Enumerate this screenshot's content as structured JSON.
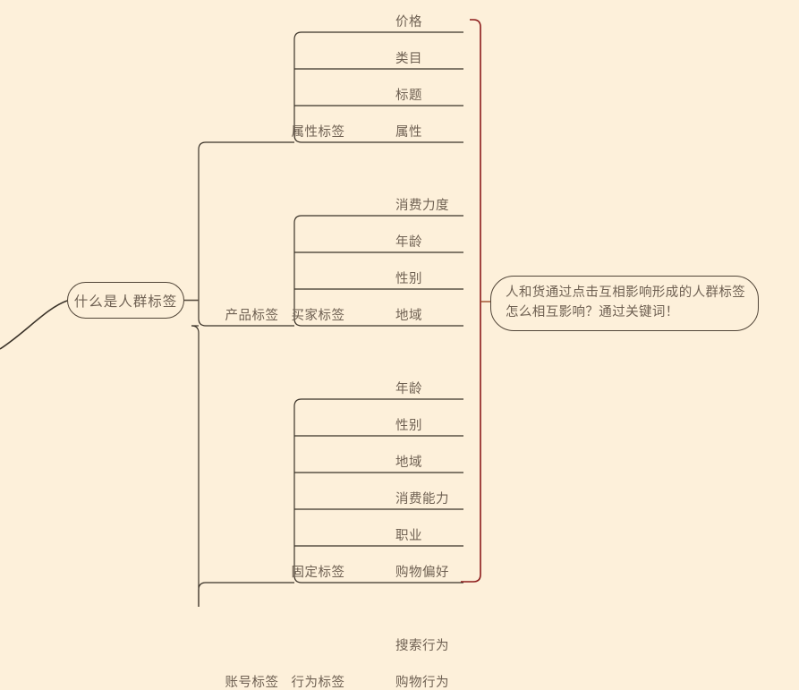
{
  "diagram": {
    "title_node": "什么是人群标签",
    "background_color": "#fdf0da",
    "line_color": "#3a3228",
    "text_color": "#6f6153",
    "bracket_color": "#8b1a1a",
    "root": {
      "label": "什么是人群标签"
    },
    "branches": [
      {
        "label": "产品标签",
        "children": [
          {
            "label": "属性标签",
            "leaves": [
              "价格",
              "类目",
              "标题",
              "属性"
            ]
          },
          {
            "label": "买家标签",
            "leaves": [
              "消费力度",
              "年龄",
              "性别",
              "地域"
            ]
          }
        ]
      },
      {
        "label": "账号标签",
        "children": [
          {
            "label": "固定标签",
            "leaves": [
              "年龄",
              "性别",
              "地域",
              "消费能力",
              "职业",
              "购物偏好"
            ]
          },
          {
            "label": "行为标签",
            "leaves": [
              "搜索行为",
              "购物行为"
            ]
          }
        ]
      }
    ],
    "callout": {
      "line1": "人和货通过点击互相影响形成的人群标签",
      "line2": "怎么相互影响？通过关键词！"
    }
  }
}
